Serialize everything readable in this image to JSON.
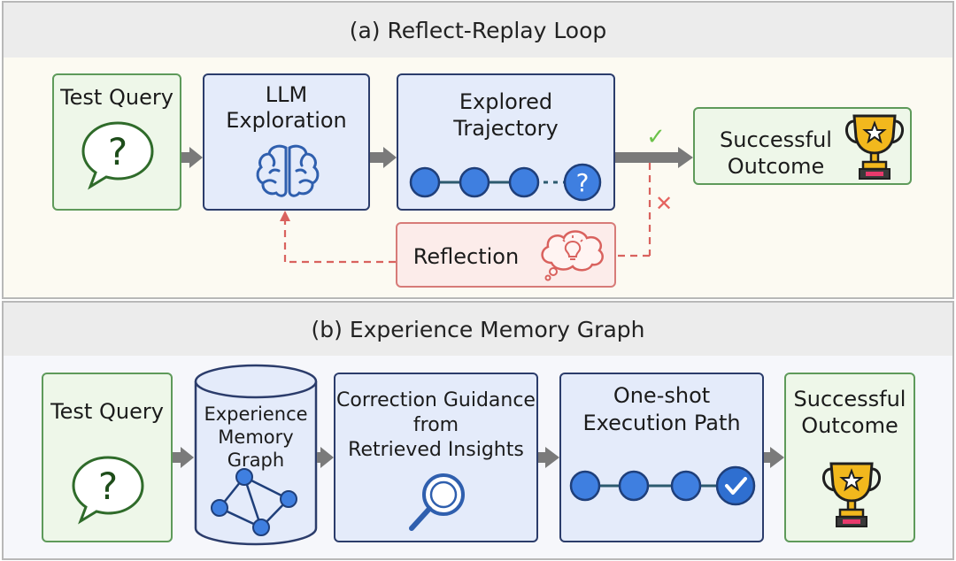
{
  "panel_a": {
    "title": "(a) Reflect-Replay Loop",
    "test_query": "Test Query",
    "llm_line1": "LLM",
    "llm_line2": "Exploration",
    "traj_line1": "Explored",
    "traj_line2": "Trajectory",
    "outcome_line1": "Successful",
    "outcome_line2": "Outcome",
    "reflection": "Reflection",
    "success_mark": "✓",
    "fail_mark": "✕",
    "unknown_mark": "?"
  },
  "panel_b": {
    "title": "(b) Experience Memory Graph",
    "test_query": "Test Query",
    "memory_line1": "Experience",
    "memory_line2": "Memory",
    "memory_line3": "Graph",
    "guidance_line1": "Correction Guidance",
    "guidance_line2": "from",
    "guidance_line3": "Retrieved Insights",
    "path_line1": "One-shot",
    "path_line2": "Execution Path",
    "outcome_line1": "Successful",
    "outcome_line2": "Outcome",
    "query_mark": "?"
  },
  "colors": {
    "green_border": "#5e9a5a",
    "blue_border": "#2b3c6b",
    "node_fill": "#3f7fe0",
    "red_dashed": "#d9625e",
    "check_green": "#6cc24a",
    "trophy_gold": "#f2b81d"
  }
}
